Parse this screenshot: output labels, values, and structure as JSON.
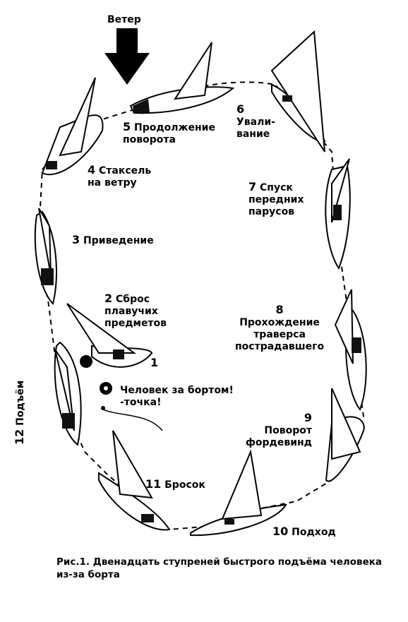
{
  "wind_label": "Ветер",
  "steps": [
    {
      "num": "1",
      "text": ""
    },
    {
      "num": "2",
      "text": "Сброс\nплавучих\nпредметов"
    },
    {
      "num": "3",
      "text": "Приведение"
    },
    {
      "num": "4",
      "text": "Стаксель\nна ветру"
    },
    {
      "num": "5",
      "text": "Продолжение\nповорота"
    },
    {
      "num": "6",
      "text": "Ували-\nвание"
    },
    {
      "num": "7",
      "text": "Спуск\nпередних\nпарусов"
    },
    {
      "num": "8",
      "text": "Прохождение\nтраверса\nпострадавшего"
    },
    {
      "num": "9",
      "text": "Поворот\nфордевинд"
    },
    {
      "num": "10",
      "text": "Подход"
    },
    {
      "num": "11",
      "text": "Бросок"
    },
    {
      "num": "12",
      "text": "Подъём"
    }
  ],
  "man_overboard": "Человек за бортом!\n-точка!",
  "caption": "Рис.1. Двенадцать ступреней быстрого подъёма человека из-за борта"
}
